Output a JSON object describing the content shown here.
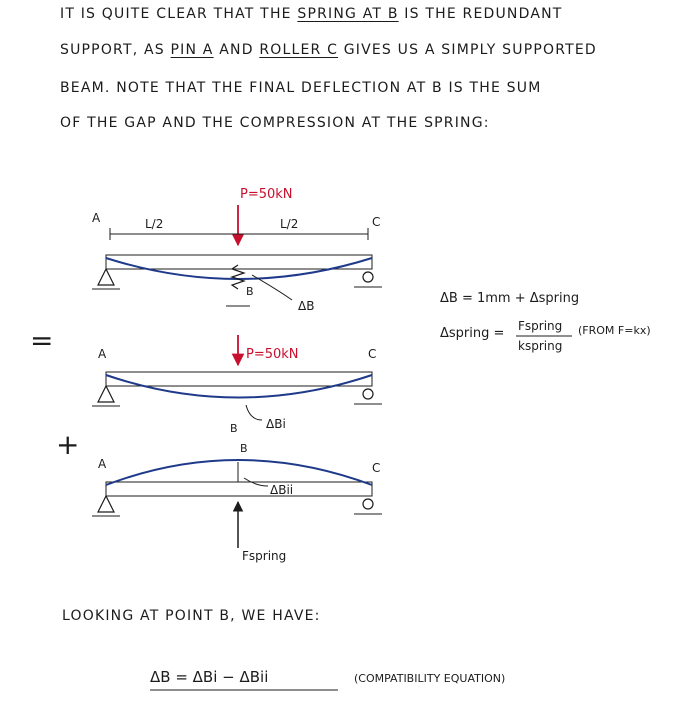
{
  "intro": {
    "l1_a": "IT IS QUITE CLEAR THAT THE ",
    "l1_u": "SPRING AT B",
    "l1_b": " IS THE REDUNDANT",
    "l2_a": "SUPPORT, AS ",
    "l2_u1": "PIN A",
    "l2_b": " AND ",
    "l2_u2": "ROLLER C",
    "l2_c": " GIVES US A SIMPLY SUPPORTED",
    "l3": "BEAM. NOTE THAT THE FINAL DEFLECTION AT B IS THE SUM",
    "l4": "OF THE GAP AND THE COMPRESSION AT THE SPRING:"
  },
  "diagram1": {
    "load": "P=50kN",
    "label_a": "A",
    "label_b": "B",
    "label_c": "C",
    "span_left": "L/2",
    "span_right": "L/2",
    "delta": "ΔB"
  },
  "equals_sign": "=",
  "diagram2": {
    "load": "P=50kN",
    "label_a": "A",
    "label_b": "B",
    "label_c": "C",
    "delta": "ΔBi"
  },
  "plus_sign": "+",
  "diagram3": {
    "label_a": "A",
    "label_b": "B",
    "label_c": "C",
    "delta": "ΔBii",
    "force": "Fspring"
  },
  "side_equations": {
    "eq1": "ΔB = 1mm + Δspring",
    "eq2_lhs": "Δspring =",
    "eq2_num": "Fspring",
    "eq2_den": "kspring",
    "eq2_note": "(FROM F=kx)"
  },
  "looking": "LOOKING AT POINT B, WE HAVE:",
  "compat": {
    "equation": "ΔB = ΔBi − ΔBii",
    "label": "(COMPATIBILITY EQUATION)"
  },
  "colors": {
    "ink": "#1c1c1c",
    "load": "#c8102e",
    "beam": "#1f3a8a"
  }
}
